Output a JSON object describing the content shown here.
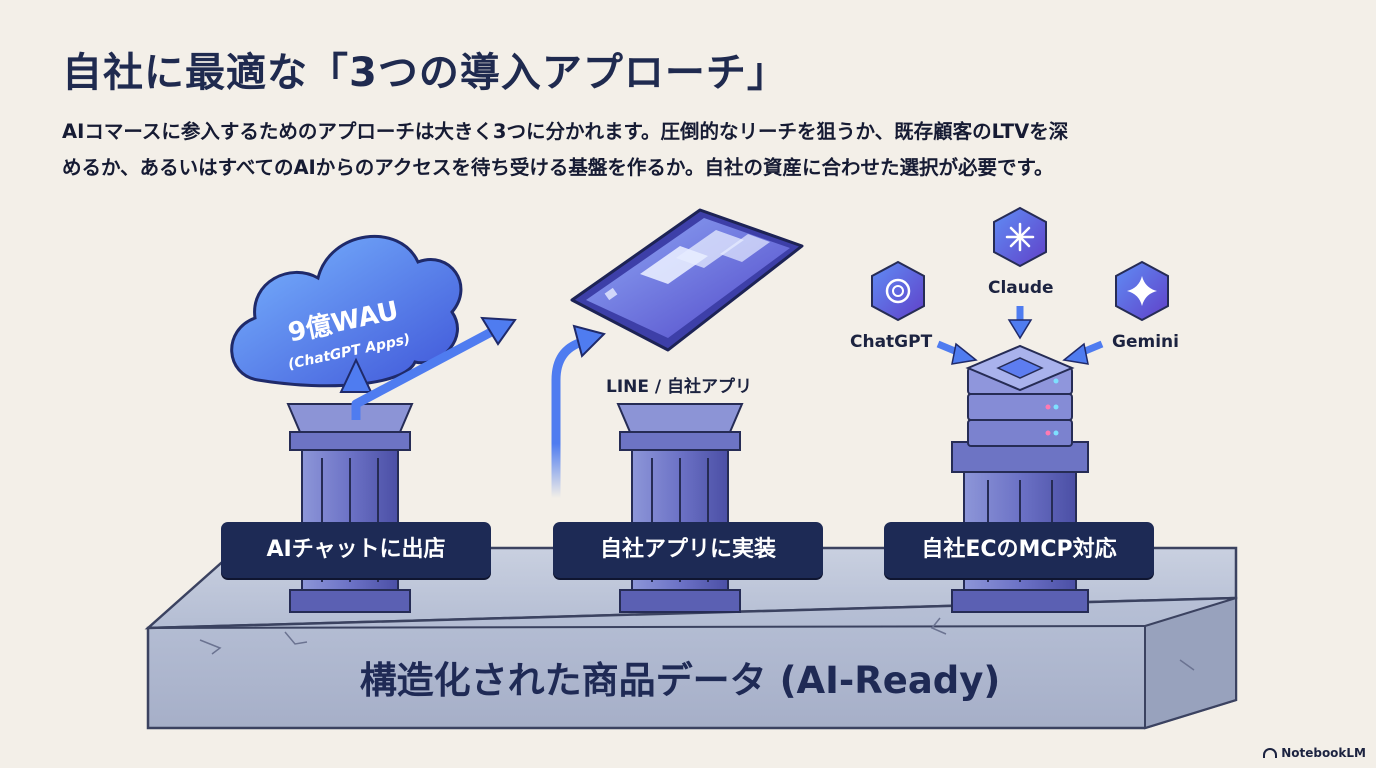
{
  "header": {
    "title": "自社に最適な「3つの導入アプローチ」",
    "description_line1": "AIコマースに参入するためのアプローチは大きく3つに分かれます。圧倒的なリーチを狙うか、既存顧客のLTVを深",
    "description_line2": "めるか、あるいはすべてのAIからのアクセスを待ち受ける基盤を作るか。自社の資産に合わせた選択が必要です。"
  },
  "pillars": [
    {
      "label": "AIチャットに出店",
      "cloud_main": "9億WAU",
      "cloud_sub": "(ChatGPT Apps)"
    },
    {
      "label": "自社アプリに実装",
      "caption": "LINE / 自社アプリ"
    },
    {
      "label": "自社ECのMCP対応",
      "agents": [
        "ChatGPT",
        "Claude",
        "Gemini"
      ]
    }
  ],
  "foundation": {
    "label": "構造化された商品データ (AI-Ready)"
  },
  "branding": {
    "text": "NotebookLM"
  },
  "colors": {
    "navy": "#1d2a55",
    "accent_blue": "#4f7cf0",
    "violet": "#6a5fd6",
    "background": "#f3efe8"
  }
}
